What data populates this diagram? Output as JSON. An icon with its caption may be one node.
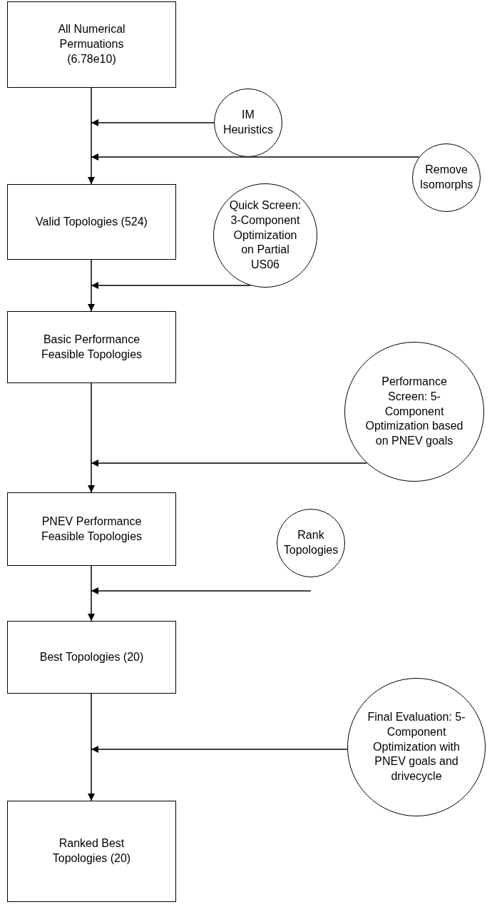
{
  "diagram": {
    "nodes": [
      {
        "text": [
          "All Numerical Permuations (6.78e10)"
        ]
      },
      {
        "text": [
          "IM Heuristics"
        ]
      },
      {
        "text": [
          "Remove Isomorphs"
        ]
      },
      {
        "text": [
          "Valid Topologies (524)"
        ]
      },
      {
        "text": [
          "Quick Screen: 3-Component Optimization on Partial US06"
        ]
      },
      {
        "text": [
          "Basic Performance Feasible Topologies"
        ]
      },
      {
        "text": [
          "Performance Screen: 5-Component Optimization based on PNEV goals"
        ]
      },
      {
        "text": [
          "PNEV Performance Feasible Topologies"
        ]
      },
      {
        "text": [
          "Rank Topologies"
        ]
      },
      {
        "text": [
          "Best Topologies (20)"
        ]
      },
      {
        "text": [
          "Final Evaluation: 5-Component Optimization with PNEV goals and drivecycle"
        ]
      },
      {
        "text": [
          "Ranked Best Topologies (20)"
        ]
      }
    ],
    "edges": [
      {
        "from": 0,
        "to": 3,
        "arrow": "to"
      },
      {
        "from": 3,
        "to": 5,
        "arrow": "to"
      },
      {
        "from": 5,
        "to": 7,
        "arrow": "to"
      },
      {
        "from": 7,
        "to": 9,
        "arrow": "to"
      },
      {
        "from": 9,
        "to": 11,
        "arrow": "to"
      },
      {
        "from": 1,
        "to": null,
        "arrow": "to"
      },
      {
        "from": 2,
        "to": null,
        "arrow": "to"
      },
      {
        "from": 4,
        "to": null,
        "arrow": "to"
      },
      {
        "from": 6,
        "to": null,
        "arrow": "to"
      },
      {
        "from": 8,
        "to": null,
        "arrow": "to"
      },
      {
        "from": 10,
        "to": null,
        "arrow": "to"
      }
    ]
  }
}
